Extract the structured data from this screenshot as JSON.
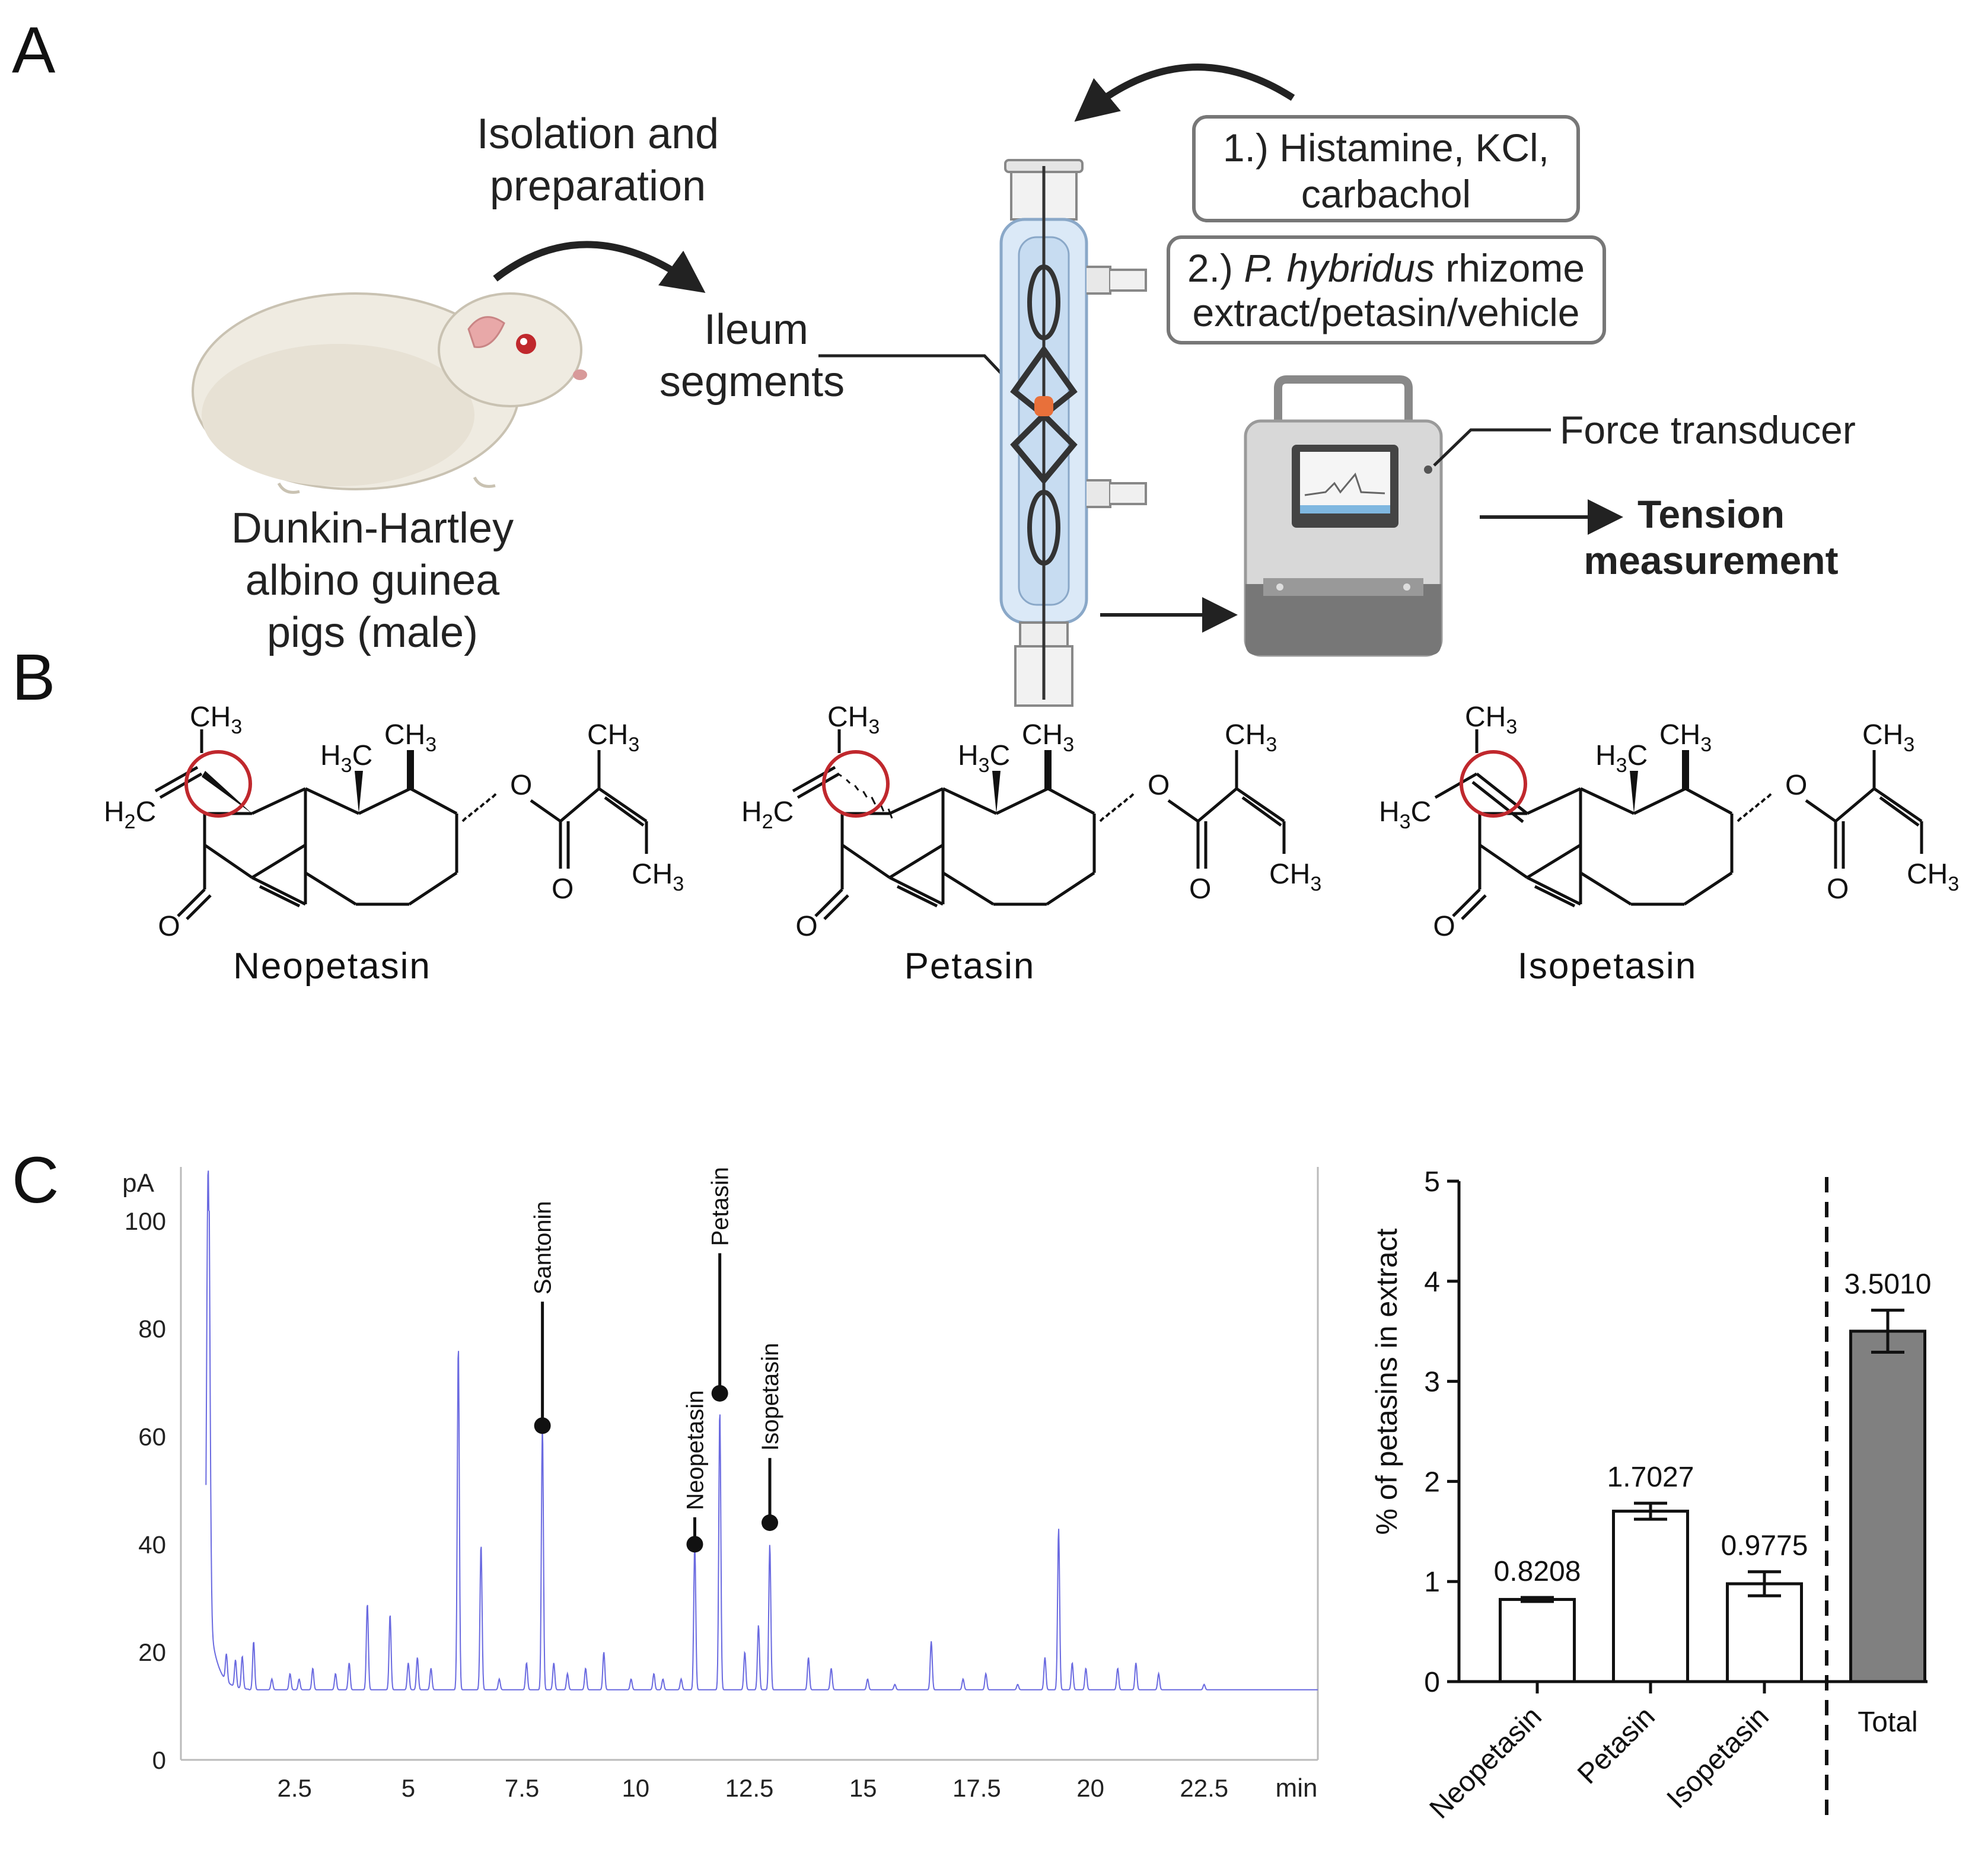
{
  "panels": {
    "a": "A",
    "b": "B",
    "c": "C"
  },
  "panel_a": {
    "animal_label": [
      "Dunkin-Hartley",
      "albino guinea",
      "pigs (male)"
    ],
    "isolation_label": [
      "Isolation and",
      "preparation"
    ],
    "ileum_label": [
      "Ileum",
      "segments"
    ],
    "step1": [
      "1.) Histamine, KCl,",
      "carbachol"
    ],
    "step2_prefix": "2.) ",
    "step2_italic": "P. hybridus",
    "step2_suffix": " rhizome",
    "step2_line2": "extract/petasin/vehicle",
    "force_label": "Force transducer",
    "tension_label": [
      "Tension",
      "measurement"
    ]
  },
  "panel_b": {
    "compounds": [
      "Neopetasin",
      "Petasin",
      "Isopetasin"
    ],
    "atoms": {
      "ch3": "CH",
      "h3c": "H",
      "c": "C",
      "h2c": "H",
      "o": "O",
      "sub3": "3",
      "sub2": "2"
    }
  },
  "colors": {
    "chromatogram": "#6a6ae0",
    "highlight_circle": "#c0282d",
    "total_bar": "#808080"
  },
  "chart_data": [
    {
      "type": "line",
      "y_unit": "pA",
      "x_unit": "min",
      "xlim": [
        0,
        25
      ],
      "ylim": [
        0,
        110
      ],
      "xticks": [
        2.5,
        5,
        7.5,
        10,
        12.5,
        15,
        17.5,
        20,
        22.5
      ],
      "xtick_labels": [
        "2.5",
        "5",
        "7.5",
        "10",
        "12.5",
        "15",
        "17.5",
        "20",
        "22.5"
      ],
      "yticks": [
        0,
        20,
        40,
        60,
        80,
        100
      ],
      "ytick_labels": [
        "0",
        "20",
        "40",
        "60",
        "80",
        "100"
      ],
      "baseline": 13,
      "peaks": [
        {
          "x": 0.6,
          "h": 110
        },
        {
          "x": 1.0,
          "h": 18
        },
        {
          "x": 1.2,
          "h": 18
        },
        {
          "x": 1.35,
          "h": 19
        },
        {
          "x": 1.6,
          "h": 22
        },
        {
          "x": 2.0,
          "h": 15
        },
        {
          "x": 2.4,
          "h": 16
        },
        {
          "x": 2.6,
          "h": 15
        },
        {
          "x": 2.9,
          "h": 17
        },
        {
          "x": 3.4,
          "h": 16
        },
        {
          "x": 3.7,
          "h": 18
        },
        {
          "x": 4.1,
          "h": 29
        },
        {
          "x": 4.6,
          "h": 27
        },
        {
          "x": 5.0,
          "h": 18
        },
        {
          "x": 5.2,
          "h": 19
        },
        {
          "x": 5.5,
          "h": 17
        },
        {
          "x": 6.1,
          "h": 77
        },
        {
          "x": 6.6,
          "h": 40
        },
        {
          "x": 7.0,
          "h": 15
        },
        {
          "x": 7.6,
          "h": 18
        },
        {
          "x": 7.95,
          "h": 62
        },
        {
          "x": 8.2,
          "h": 18
        },
        {
          "x": 8.5,
          "h": 16
        },
        {
          "x": 8.9,
          "h": 17
        },
        {
          "x": 9.3,
          "h": 20
        },
        {
          "x": 9.9,
          "h": 15
        },
        {
          "x": 10.4,
          "h": 16
        },
        {
          "x": 10.6,
          "h": 15
        },
        {
          "x": 11.0,
          "h": 15
        },
        {
          "x": 11.3,
          "h": 40
        },
        {
          "x": 11.85,
          "h": 65
        },
        {
          "x": 12.4,
          "h": 20
        },
        {
          "x": 12.7,
          "h": 25
        },
        {
          "x": 12.95,
          "h": 40
        },
        {
          "x": 13.8,
          "h": 19
        },
        {
          "x": 14.3,
          "h": 17
        },
        {
          "x": 15.1,
          "h": 15
        },
        {
          "x": 15.7,
          "h": 14
        },
        {
          "x": 16.5,
          "h": 22
        },
        {
          "x": 17.2,
          "h": 15
        },
        {
          "x": 17.7,
          "h": 16
        },
        {
          "x": 18.4,
          "h": 14
        },
        {
          "x": 19.0,
          "h": 19
        },
        {
          "x": 19.3,
          "h": 43
        },
        {
          "x": 19.6,
          "h": 18
        },
        {
          "x": 19.9,
          "h": 17
        },
        {
          "x": 20.6,
          "h": 17
        },
        {
          "x": 21.0,
          "h": 18
        },
        {
          "x": 21.5,
          "h": 16
        },
        {
          "x": 22.5,
          "h": 14
        }
      ],
      "annotations": [
        {
          "label": "Santonin",
          "x": 7.95,
          "y": 62,
          "top": 85
        },
        {
          "label": "Neopetasin",
          "x": 11.3,
          "y": 40,
          "top": 45
        },
        {
          "label": "Petasin",
          "x": 11.85,
          "y": 68,
          "top": 94
        },
        {
          "label": "Isopetasin",
          "x": 12.95,
          "y": 44,
          "top": 56
        }
      ]
    },
    {
      "type": "bar",
      "ylabel": "% of petasins in extract",
      "ylim": [
        0,
        5
      ],
      "yticks": [
        0,
        1,
        2,
        3,
        4,
        5
      ],
      "ytick_labels": [
        "0",
        "1",
        "2",
        "3",
        "4",
        "5"
      ],
      "categories": [
        "Neopetasin",
        "Petasin",
        "Isopetasin",
        "Total"
      ],
      "values": [
        0.8208,
        1.7027,
        0.9775,
        3.501
      ],
      "value_labels": [
        "0.8208",
        "1.7027",
        "0.9775",
        "3.5010"
      ],
      "errors": [
        0.02,
        0.08,
        0.12,
        0.21
      ],
      "separator_before": "Total"
    }
  ]
}
